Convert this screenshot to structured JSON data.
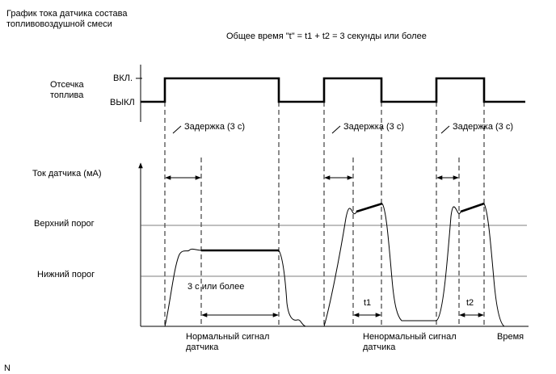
{
  "title_line1": "График тока датчика состава",
  "title_line2": "топливовоздушной смеси",
  "total_time_note": "Общее время \"t\" = t1 + t2 = 3 секунды или более",
  "fuel_cut": {
    "label_line1": "Отсечка",
    "label_line2": "топлива",
    "on_label": "ВКЛ.",
    "off_label": "ВЫКЛ"
  },
  "delay_labels": [
    "Задержка (3 с)",
    "Задержка (3 с)",
    "Задержка (3 с)"
  ],
  "sensor_current_label": "Ток датчика (мА)",
  "upper_threshold_label": "Верхний порог",
  "lower_threshold_label": "Нижний порог",
  "duration_label": "3 с или более",
  "t1_label": "t1",
  "t2_label": "t2",
  "normal_signal_line1": "Нормальный сигнал",
  "normal_signal_line2": "датчика",
  "abnormal_signal_line1": "Ненормальный сигнал",
  "abnormal_signal_line2": "датчика",
  "time_axis_label": "Время",
  "corner_mark": "N"
}
